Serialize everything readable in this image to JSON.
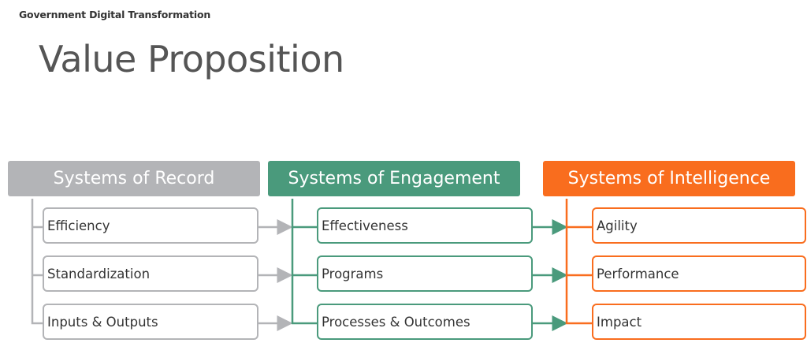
{
  "header": {
    "subtitle": "Government Digital Transformation",
    "title": "Value Proposition"
  },
  "colors": {
    "record": "#b3b4b7",
    "engagement": "#4a9a7c",
    "intelligence": "#f96d1e"
  },
  "columns": [
    {
      "title": "Systems of Record",
      "items": [
        "Efficiency",
        "Standardization",
        "Inputs & Outputs"
      ]
    },
    {
      "title": "Systems of Engagement",
      "items": [
        "Effectiveness",
        "Programs",
        "Processes & Outcomes"
      ]
    },
    {
      "title": "Systems of Intelligence",
      "items": [
        "Agility",
        "Performance",
        "Impact"
      ]
    }
  ]
}
